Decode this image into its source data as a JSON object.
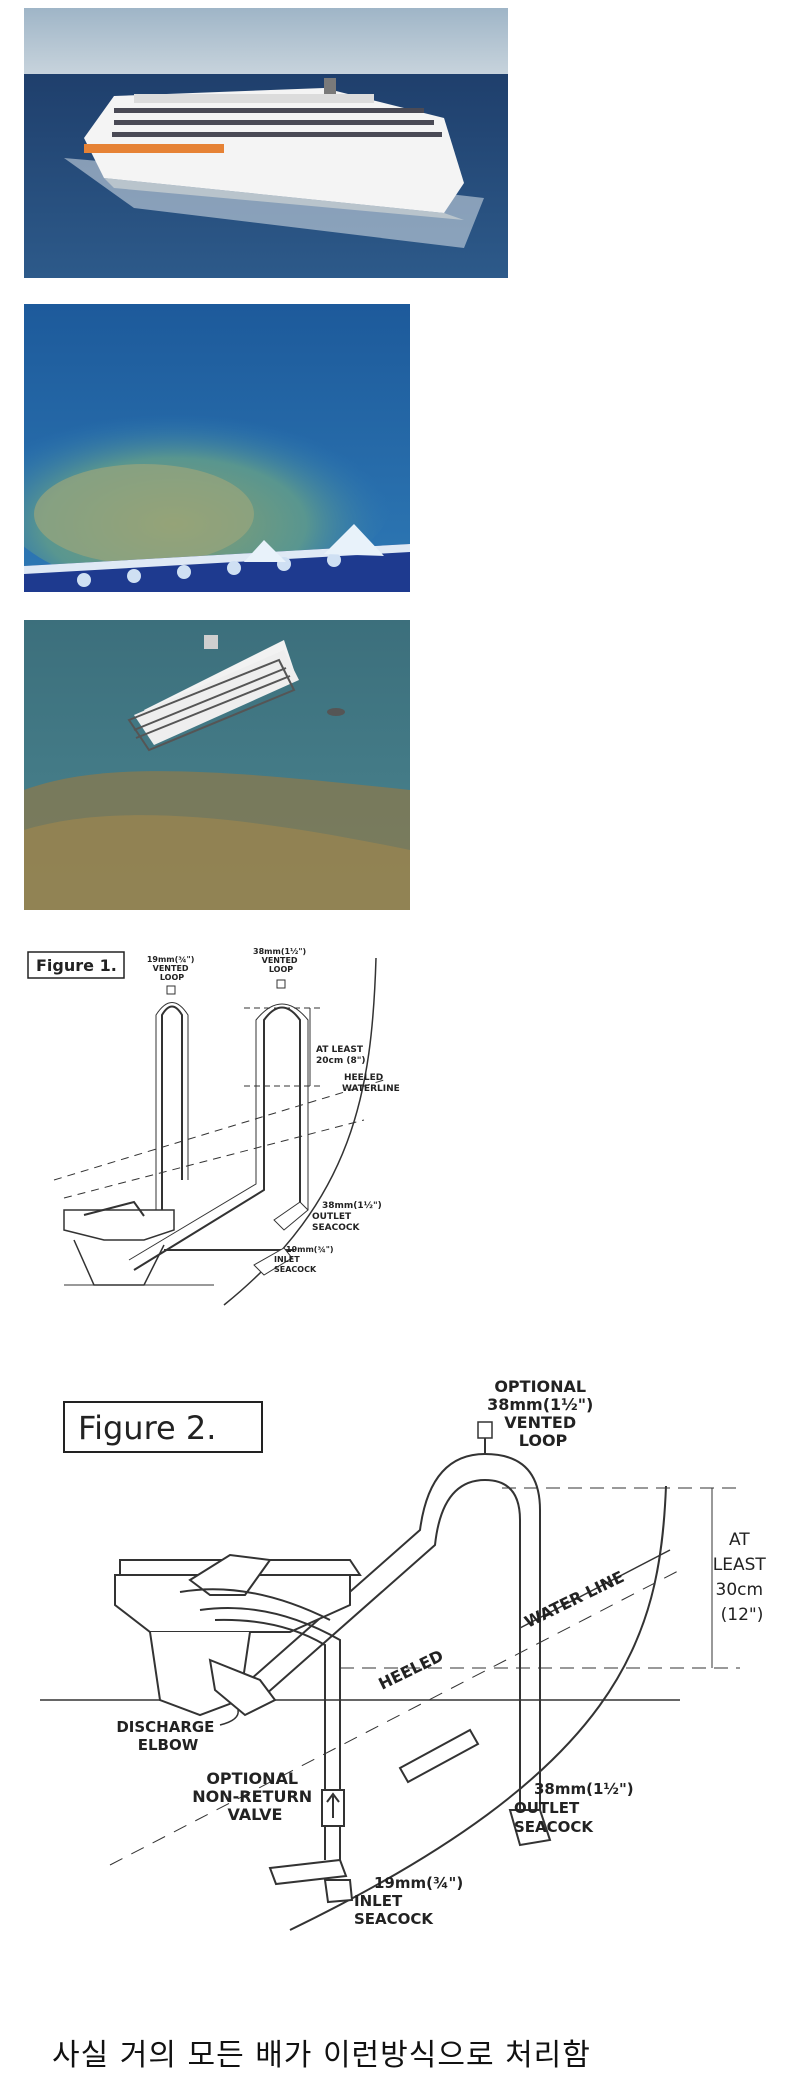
{
  "figure1": {
    "title": "Figure 1.",
    "vent_small": [
      "19mm(¾\")",
      "VENTED",
      "LOOP"
    ],
    "vent_large": [
      "38mm(1½\")",
      "VENTED",
      "LOOP"
    ],
    "at_least": [
      "AT LEAST",
      "20cm (8\")"
    ],
    "heeled": [
      "HEELED",
      "WATERLINE"
    ],
    "outlet": [
      "38mm(1½\")",
      "OUTLET",
      "SEACOCK"
    ],
    "inlet": [
      "19mm(¾\")",
      "INLET",
      "SEACOCK"
    ]
  },
  "figure2": {
    "title": "Figure 2.",
    "vent": [
      "OPTIONAL",
      "38mm(1½\")",
      "VENTED",
      "LOOP"
    ],
    "at_least": [
      "AT",
      "LEAST",
      "30cm",
      "(12\")"
    ],
    "water_line": "WATER LINE",
    "heeled": "HEELED",
    "discharge": [
      "DISCHARGE",
      "ELBOW"
    ],
    "nrv": [
      "OPTIONAL",
      "NON-RETURN",
      "VALVE"
    ],
    "outlet": [
      "38mm(1½\")",
      "OUTLET",
      "SEACOCK"
    ],
    "inlet": [
      "19mm(¾\")",
      "INLET",
      "SEACOCK"
    ]
  },
  "caption": "사실 거의 모든 배가 이런방식으로 처리함"
}
